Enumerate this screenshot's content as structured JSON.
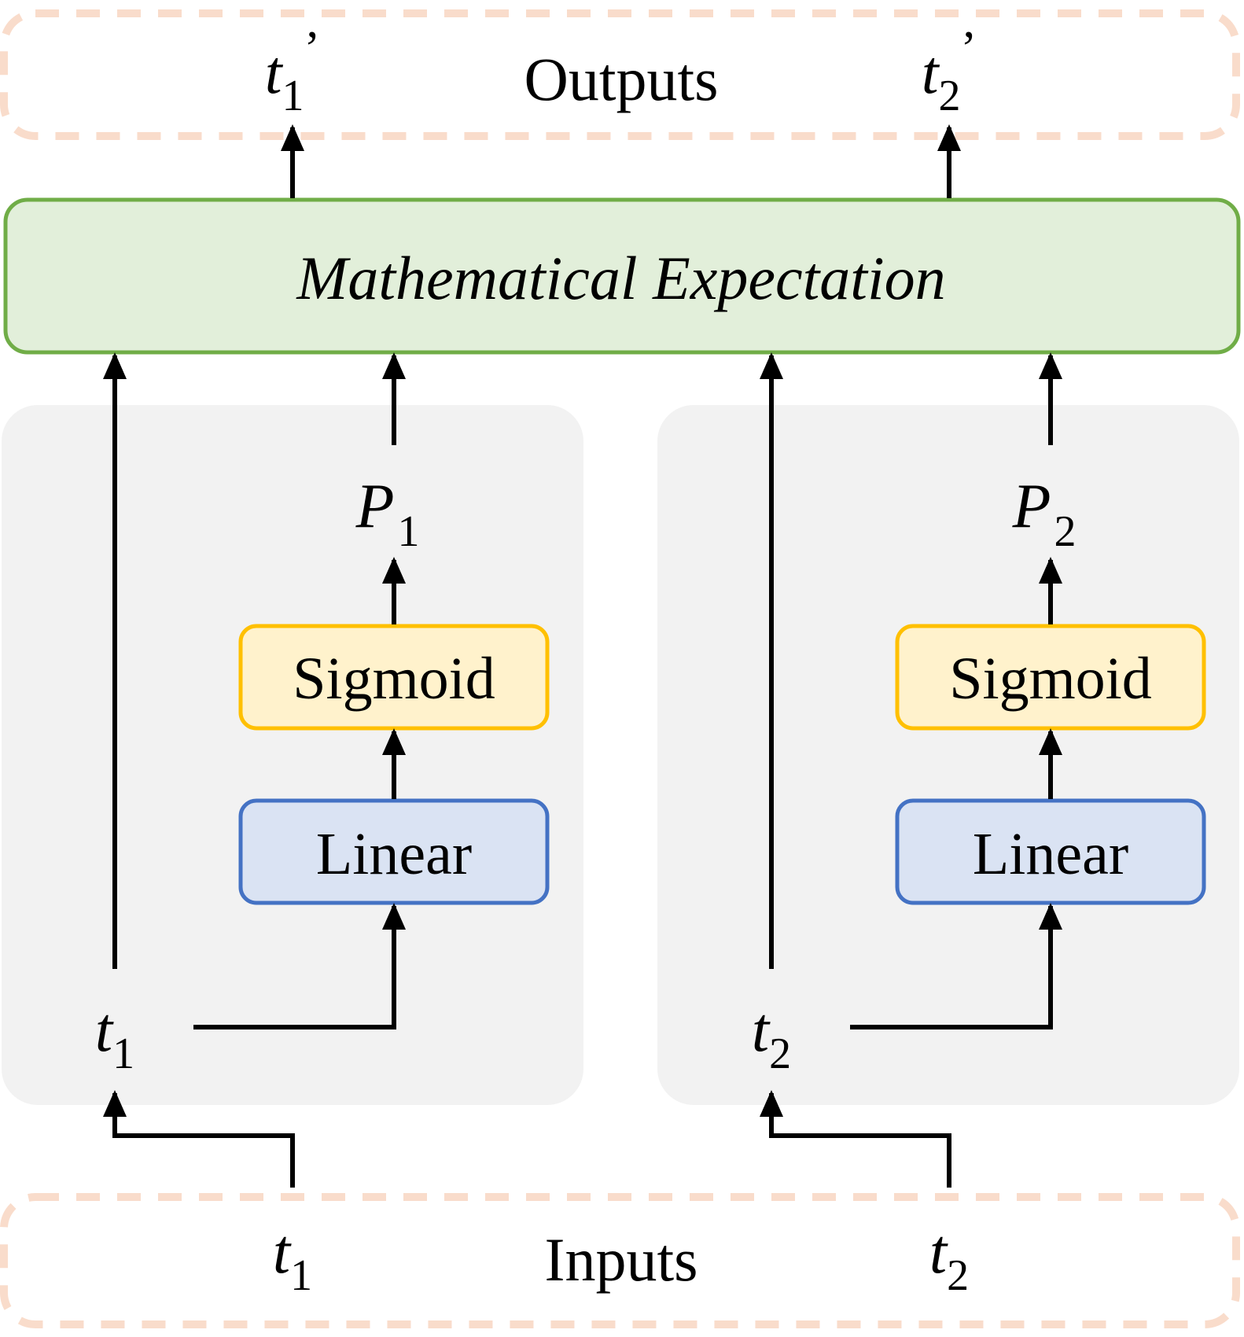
{
  "outputs": {
    "label": "Outputs",
    "t1_prime": {
      "var": "t",
      "sub": "1",
      "mark": "’"
    },
    "t2_prime": {
      "var": "t",
      "sub": "2",
      "mark": "’"
    }
  },
  "inputs": {
    "label": "Inputs",
    "t1": {
      "var": "t",
      "sub": "1"
    },
    "t2": {
      "var": "t",
      "sub": "2"
    }
  },
  "expectation": {
    "label": "Mathematical Expectation"
  },
  "branch_left": {
    "t": {
      "var": "t",
      "sub": "1"
    },
    "p": {
      "var": "P",
      "sub": "1"
    },
    "sigmoid": "Sigmoid",
    "linear": "Linear"
  },
  "branch_right": {
    "t": {
      "var": "t",
      "sub": "2"
    },
    "p": {
      "var": "P",
      "sub": "2"
    },
    "sigmoid": "Sigmoid",
    "linear": "Linear"
  },
  "colors": {
    "dashed_border": "#f9dccb",
    "group_fill": "#f2f2f2",
    "expectation_fill": "#e2efda",
    "expectation_border": "#70ad47",
    "sigmoid_fill": "#fff2cc",
    "sigmoid_border": "#ffc000",
    "linear_fill": "#dae3f3",
    "linear_border": "#4472c4",
    "arrow": "#000000"
  }
}
